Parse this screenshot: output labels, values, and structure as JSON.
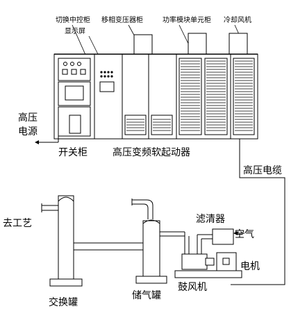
{
  "labels": {
    "switch_control_cabinet": "切换中控柜",
    "display_screen": "显示屏",
    "phase_shift_transformer_cabinet": "移相变压器柜",
    "power_module_unit_cabinet": "功率模块单元柜",
    "cooling_fan": "冷却风机",
    "hv_power_line1": "高压",
    "hv_power_line2": "电源",
    "switch_cabinet": "开关柜",
    "hv_vfd_soft_starter": "高压变频软起动器",
    "hv_cable": "高压电缆",
    "to_process": "去工艺",
    "filter": "滤清器",
    "air": "空气",
    "motor": "电机",
    "exchange_tank": "交换罐",
    "gas_storage_tank": "储气罐",
    "blower": "鼓风机"
  }
}
